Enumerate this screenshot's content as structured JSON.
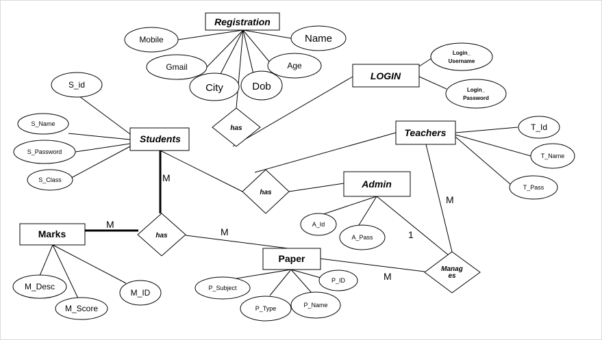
{
  "entities": {
    "registration": "Registration",
    "login": "LOGIN",
    "students": "Students",
    "teachers": "Teachers",
    "admin": "Admin",
    "marks": "Marks",
    "paper": "Paper"
  },
  "attributes": {
    "mobile": "Mobile",
    "name": "Name",
    "gmail": "Gmail",
    "age": "Age",
    "city": "City",
    "dob": "Dob",
    "login_username_1": "Login_",
    "login_username_2": "Username",
    "login_password_1": "Login_",
    "login_password_2": "Password",
    "s_id": "S_id",
    "s_name": "S_Name",
    "s_password": "S_Password",
    "s_class": "S_Class",
    "t_id": "T_Id",
    "t_name": "T_Name",
    "t_pass": "T_Pass",
    "a_id": "A_Id",
    "a_pass": "A_Pass",
    "m_desc": "M_Desc",
    "m_score": "M_Score",
    "m_id": "M_ID",
    "p_subject": "P_Subject",
    "p_type": "P_Type",
    "p_name": "P_Name",
    "p_id": "P_ID"
  },
  "relationships": {
    "has_login": "has",
    "has_users": "has",
    "has_marks": "has",
    "manages_1": "Manag",
    "manages_2": "es"
  },
  "cardinalities": {
    "students_marks": "M",
    "marks_has": "M",
    "has_paper": "M",
    "teachers_manages": "M",
    "admin_manages": "1",
    "paper_manages": "M"
  }
}
